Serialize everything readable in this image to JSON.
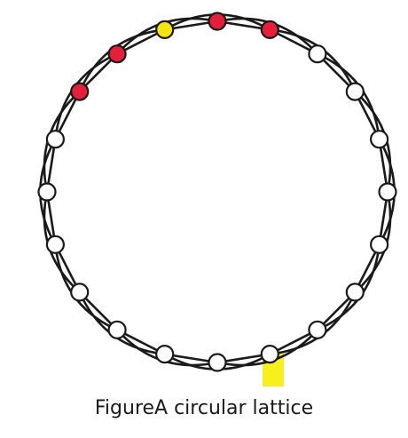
{
  "figure": {
    "caption": "FigureA circular lattice"
  },
  "lattice": {
    "node_count": 20,
    "neighbors_per_side": 2,
    "colors": {
      "default_node": "#ffffff",
      "red_node": "#e51f3a",
      "highlighted_node": "#f5e50f",
      "highlight_marker": "#f7ef1e",
      "edge": "#1a1a1a"
    },
    "red_nodes": [
      7,
      8,
      10,
      11
    ],
    "highlighted_node": 9
  }
}
